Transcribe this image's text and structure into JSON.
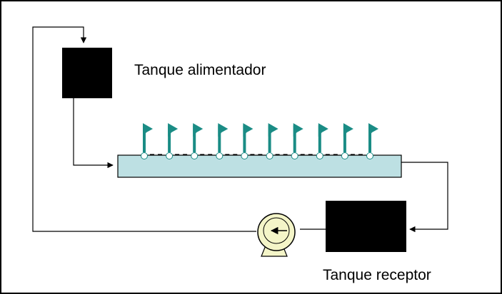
{
  "labels": {
    "feed_tank": "Tanque alimentador",
    "receiver_tank": "Tanque receptor"
  },
  "diagram": {
    "nozzle_count": 10,
    "colors": {
      "frame": "#000000",
      "tank": "#000000",
      "pipe": "#000000",
      "manifold_fill": "#bde0e3",
      "manifold_stroke": "#000000",
      "nozzle": "#1a8c85",
      "pump_fill": "#f4f5c8",
      "pump_stroke": "#000000"
    }
  }
}
